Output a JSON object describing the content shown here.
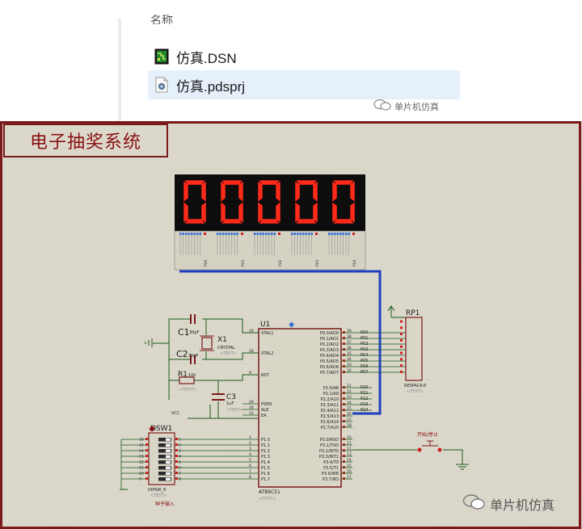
{
  "explorer": {
    "column_header": "名称",
    "files": [
      {
        "name": "仿真.DSN",
        "icon": "dsn-file-icon",
        "selected": false
      },
      {
        "name": "仿真.pdsprj",
        "icon": "pdsprj-file-icon",
        "selected": true
      }
    ]
  },
  "watermark": {
    "top": "单片机仿真",
    "bottom": "单片机仿真"
  },
  "schematic": {
    "title": "电子抽奖系统",
    "display": {
      "digits": [
        "0",
        "0",
        "0",
        "0",
        "0"
      ],
      "color": "#ff2a1a"
    },
    "mcu": {
      "ref": "U1",
      "part": "AT89C51",
      "text_tag": "<TEXT>",
      "left_pins": [
        {
          "num": "19",
          "name": "XTAL1"
        },
        {
          "num": "18",
          "name": "XTAL2"
        },
        {
          "num": "9",
          "name": "RST"
        },
        {
          "num": "29",
          "name": "PSEN"
        },
        {
          "num": "30",
          "name": "ALE"
        },
        {
          "num": "31",
          "name": "EA"
        },
        {
          "num": "1",
          "name": "P1.0"
        },
        {
          "num": "2",
          "name": "P1.1"
        },
        {
          "num": "3",
          "name": "P1.2"
        },
        {
          "num": "4",
          "name": "P1.3"
        },
        {
          "num": "5",
          "name": "P1.4"
        },
        {
          "num": "6",
          "name": "P1.5"
        },
        {
          "num": "7",
          "name": "P1.6"
        },
        {
          "num": "8",
          "name": "P1.7"
        }
      ],
      "right_pins": [
        {
          "num": "39",
          "name": "P0.0/AD0",
          "net": "P00"
        },
        {
          "num": "38",
          "name": "P0.1/AD1",
          "net": "P01"
        },
        {
          "num": "37",
          "name": "P0.2/AD2",
          "net": "P02"
        },
        {
          "num": "36",
          "name": "P0.3/AD3",
          "net": "P03"
        },
        {
          "num": "35",
          "name": "P0.4/AD4",
          "net": "P04"
        },
        {
          "num": "34",
          "name": "P0.5/AD5",
          "net": "P05"
        },
        {
          "num": "33",
          "name": "P0.6/AD6",
          "net": "P06"
        },
        {
          "num": "32",
          "name": "P0.7/AD7",
          "net": "P07"
        },
        {
          "num": "21",
          "name": "P2.0/A8",
          "net": "P20"
        },
        {
          "num": "22",
          "name": "P2.1/A9",
          "net": "P21"
        },
        {
          "num": "23",
          "name": "P2.2/A10",
          "net": "P22"
        },
        {
          "num": "24",
          "name": "P2.3/A11",
          "net": "P23"
        },
        {
          "num": "25",
          "name": "P2.4/A12",
          "net": "P24"
        },
        {
          "num": "26",
          "name": "P2.5/A13",
          "net": ""
        },
        {
          "num": "27",
          "name": "P2.6/A14",
          "net": ""
        },
        {
          "num": "28",
          "name": "P2.7/A15",
          "net": ""
        },
        {
          "num": "10",
          "name": "P3.0/RXD",
          "net": ""
        },
        {
          "num": "11",
          "name": "P3.1/TXD",
          "net": ""
        },
        {
          "num": "12",
          "name": "P3.2/INT0",
          "net": ""
        },
        {
          "num": "13",
          "name": "P3.3/INT1",
          "net": ""
        },
        {
          "num": "14",
          "name": "P3.4/T0",
          "net": ""
        },
        {
          "num": "15",
          "name": "P3.5/T1",
          "net": ""
        },
        {
          "num": "16",
          "name": "P3.6/WR",
          "net": ""
        },
        {
          "num": "17",
          "name": "P3.7/RD",
          "net": ""
        }
      ]
    },
    "crystal": {
      "ref": "X1",
      "part": "CRYSTAL",
      "tag": "<TEXT>"
    },
    "caps": [
      {
        "ref": "C1",
        "value": "30pF"
      },
      {
        "ref": "C2",
        "value": "30pF"
      },
      {
        "ref": "C3",
        "value": "1uF",
        "tag": "<TEXT>"
      }
    ],
    "resistor": {
      "ref": "R1",
      "value": "10k",
      "tag": "<TEXT>"
    },
    "vcc": "VCC",
    "respack": {
      "ref": "RP1",
      "part": "RESPACK-8",
      "tag": "<TEXT>"
    },
    "switch_bank": {
      "ref": "DSW1",
      "part": "DIPSW_8",
      "tag": "<TEXT>",
      "label": "种子输入",
      "left_nums": [
        "16",
        "15",
        "14",
        "13",
        "12",
        "11",
        "10",
        "9"
      ],
      "right_nums": [
        "1",
        "2",
        "3",
        "4",
        "5",
        "6",
        "7",
        "8"
      ]
    },
    "button": {
      "label": "开始/停止"
    },
    "digit_pins": [
      "P20",
      "P21",
      "P22",
      "P23",
      "P24"
    ]
  },
  "colors": {
    "wire": "#1a5a1a",
    "bus": "#1f3fbf",
    "part": "#7a1a1a",
    "pin": "#cc2020",
    "canvas": "#dbd8cb"
  }
}
